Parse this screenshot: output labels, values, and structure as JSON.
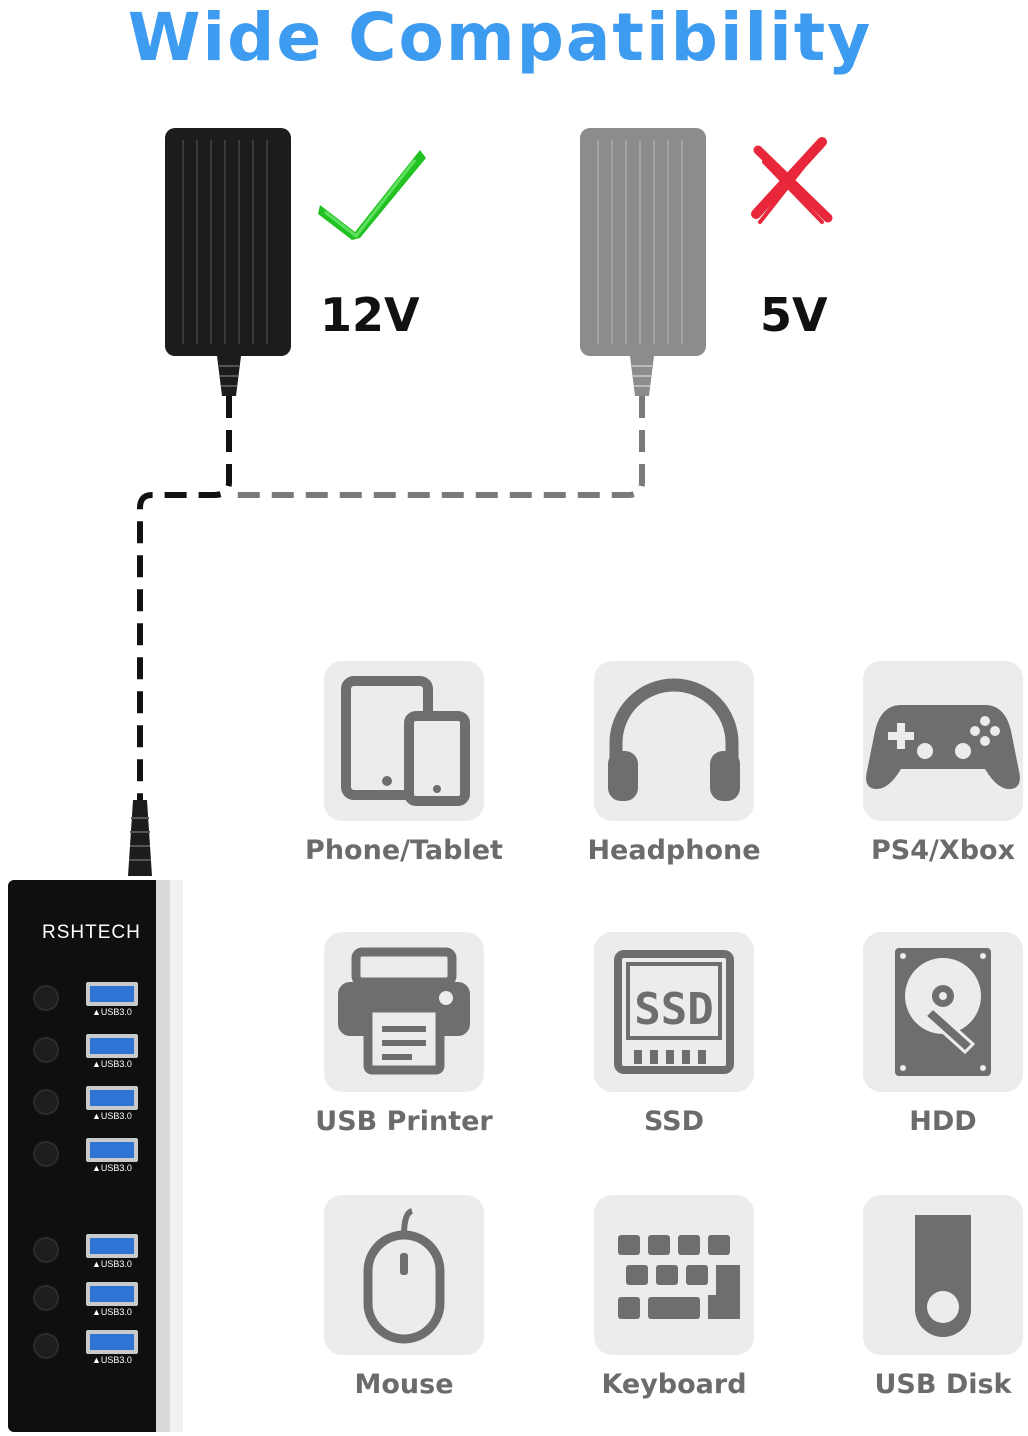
{
  "title": "Wide Compatibility",
  "adapters": [
    {
      "voltage": "12V",
      "status": "compatible",
      "icon": "check-icon",
      "color": "#1a1a1a",
      "mark_color": "#22c222"
    },
    {
      "voltage": "5V",
      "status": "incompatible",
      "icon": "cross-icon",
      "color": "#8a8a8a",
      "mark_color": "#e8283a"
    }
  ],
  "hub": {
    "brand": "RSHTECH",
    "port_label": "USB3.0",
    "port_count": 7
  },
  "devices": [
    {
      "label": "Phone/Tablet",
      "icon": "phone-tablet-icon"
    },
    {
      "label": "Headphone",
      "icon": "headphone-icon"
    },
    {
      "label": "PS4/Xbox",
      "icon": "gamepad-icon"
    },
    {
      "label": "USB Printer",
      "icon": "printer-icon"
    },
    {
      "label": "SSD",
      "icon": "ssd-icon"
    },
    {
      "label": "HDD",
      "icon": "hdd-icon"
    },
    {
      "label": "Mouse",
      "icon": "mouse-icon"
    },
    {
      "label": "Keyboard",
      "icon": "keyboard-icon"
    },
    {
      "label": "USB Disk",
      "icon": "usb-disk-icon"
    }
  ],
  "colors": {
    "title": "#3d9bf0",
    "tile_bg": "#ececec",
    "icon_fill": "#6e6e6e",
    "label": "#6b6b6b",
    "port_blue": "#2f73d6"
  }
}
